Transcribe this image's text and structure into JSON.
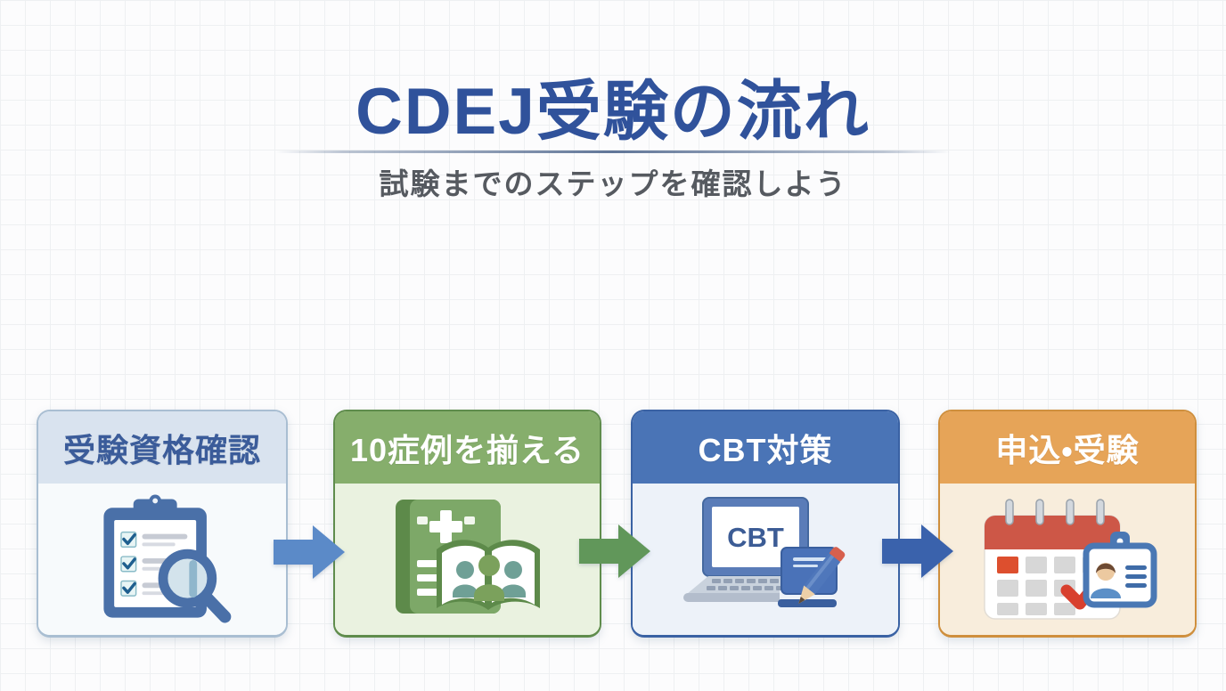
{
  "page": {
    "title": "CDEJ受験の流れ",
    "subtitle": "試験までのステップを確認しよう"
  },
  "colors": {
    "background": "#fcfcfd",
    "grid_line": "#eef0f2",
    "title_text": "#30529b",
    "subtitle_text": "#565a60"
  },
  "steps": [
    {
      "label": "受験資格確認",
      "icon": "clipboard-checklist-magnifier-icon",
      "header_bg": "#d9e3ef",
      "header_text_color": "#3b5c9a",
      "body_bg": "#f7fafc",
      "border_color": "#a9bed2"
    },
    {
      "label": "10症例を揃える",
      "icon": "case-record-book-people-icon",
      "header_bg": "#86ae6c",
      "header_text_color": "#ffffff",
      "body_bg": "#eaf2e0",
      "border_color": "#5f8c4c"
    },
    {
      "label": "CBT対策",
      "icon": "laptop-cbt-book-pencil-icon",
      "screen_label": "CBT",
      "header_bg": "#4a74b6",
      "header_text_color": "#ffffff",
      "body_bg": "#edf2f9",
      "border_color": "#3a62a4"
    },
    {
      "label": "申込・受験",
      "icon": "calendar-id-card-icon",
      "header_bg": "#e6a458",
      "header_text_color": "#ffffff",
      "body_bg": "#f8eddc",
      "border_color": "#cf8f3d"
    }
  ],
  "arrows": [
    {
      "name": "arrow-step1-to-step2",
      "color": "#5b8ac8"
    },
    {
      "name": "arrow-step2-to-step3",
      "color": "#61975a"
    },
    {
      "name": "arrow-step3-to-step4",
      "color": "#3a62ac"
    }
  ]
}
